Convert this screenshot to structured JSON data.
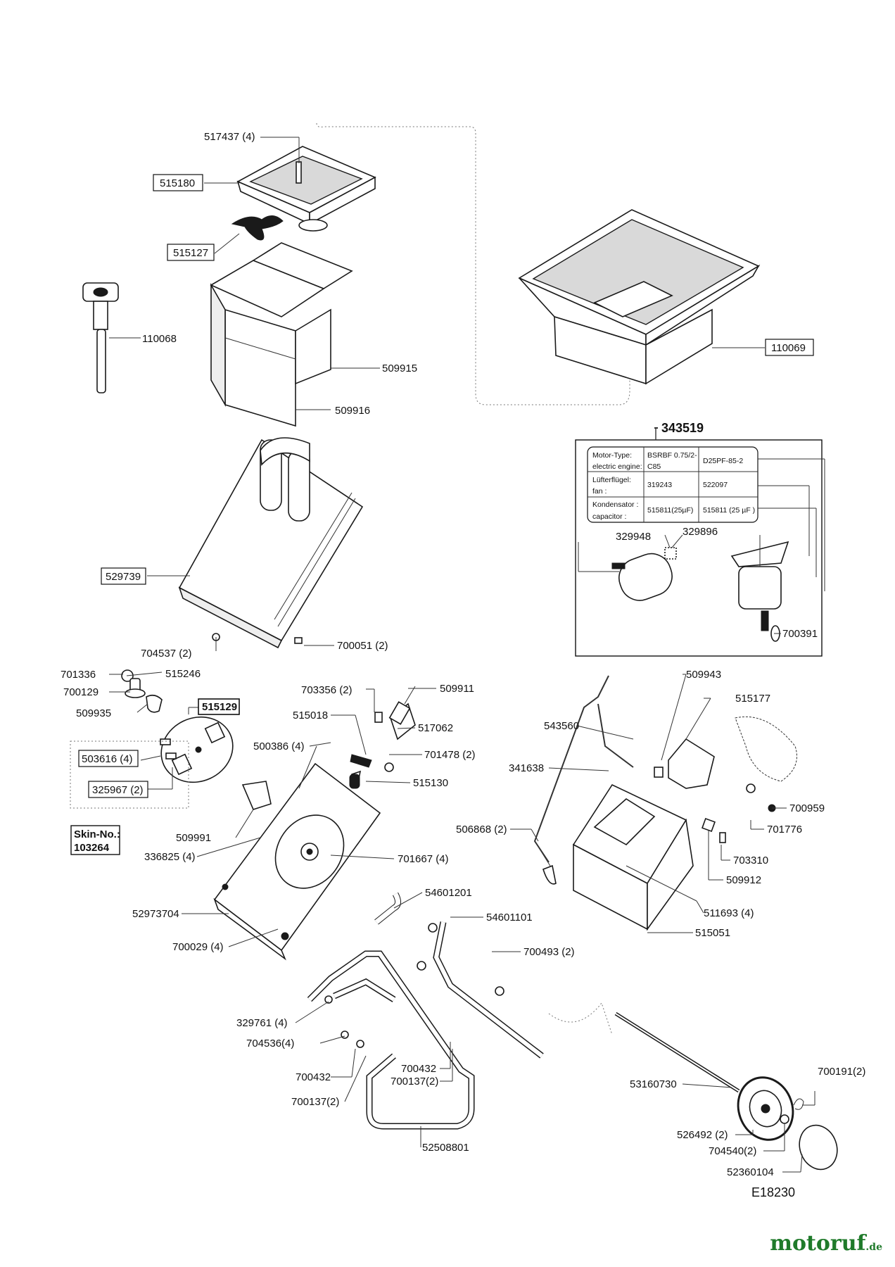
{
  "drawing_id": "E18230",
  "brand": {
    "name": "motoruf",
    "tld": ".de"
  },
  "motor_group": {
    "number": "343519",
    "spec_table": [
      [
        "Motor-Type:",
        "BSRBF 0.75/2-",
        "D25PF-85-2"
      ],
      [
        "electric engine:",
        "C85",
        ""
      ],
      [
        "Lüfterflügel:",
        "319243",
        "522097"
      ],
      [
        "fan :",
        "",
        ""
      ],
      [
        "Kondensator :",
        "515811(25µF)",
        "515811 (25 µF )"
      ],
      [
        "capacitor :",
        "",
        ""
      ]
    ]
  },
  "skin_no": {
    "label": "Skin-No.:",
    "number": "103264"
  },
  "boxed_parts": [
    "515180",
    "515127",
    "110069",
    "529739",
    "503616 (4)",
    "325967 (2)",
    "515129"
  ],
  "parts": [
    "517437 (4)",
    "110068",
    "509915",
    "509916",
    "329948",
    "329896",
    "700391",
    "704537 (2)",
    "700051 (2)",
    "701336",
    "515246",
    "700129",
    "509935",
    "703356 (2)",
    "509911",
    "515018",
    "517062",
    "500386 (4)",
    "701478 (2)",
    "515130",
    "509991",
    "336825 (4)",
    "701667 (4)",
    "52973704",
    "700029 (4)",
    "509943",
    "515177",
    "543560",
    "341638",
    "700959",
    "701776",
    "506868 (2)",
    "703310",
    "509912",
    "511693 (4)",
    "515051",
    "54601201",
    "54601101",
    "700493 (2)",
    "329761 (4)",
    "704536(4)",
    "700432",
    "700137(2)",
    "53160730",
    "700191(2)",
    "526492 (2)",
    "704540(2)",
    "52360104",
    "52508801"
  ]
}
